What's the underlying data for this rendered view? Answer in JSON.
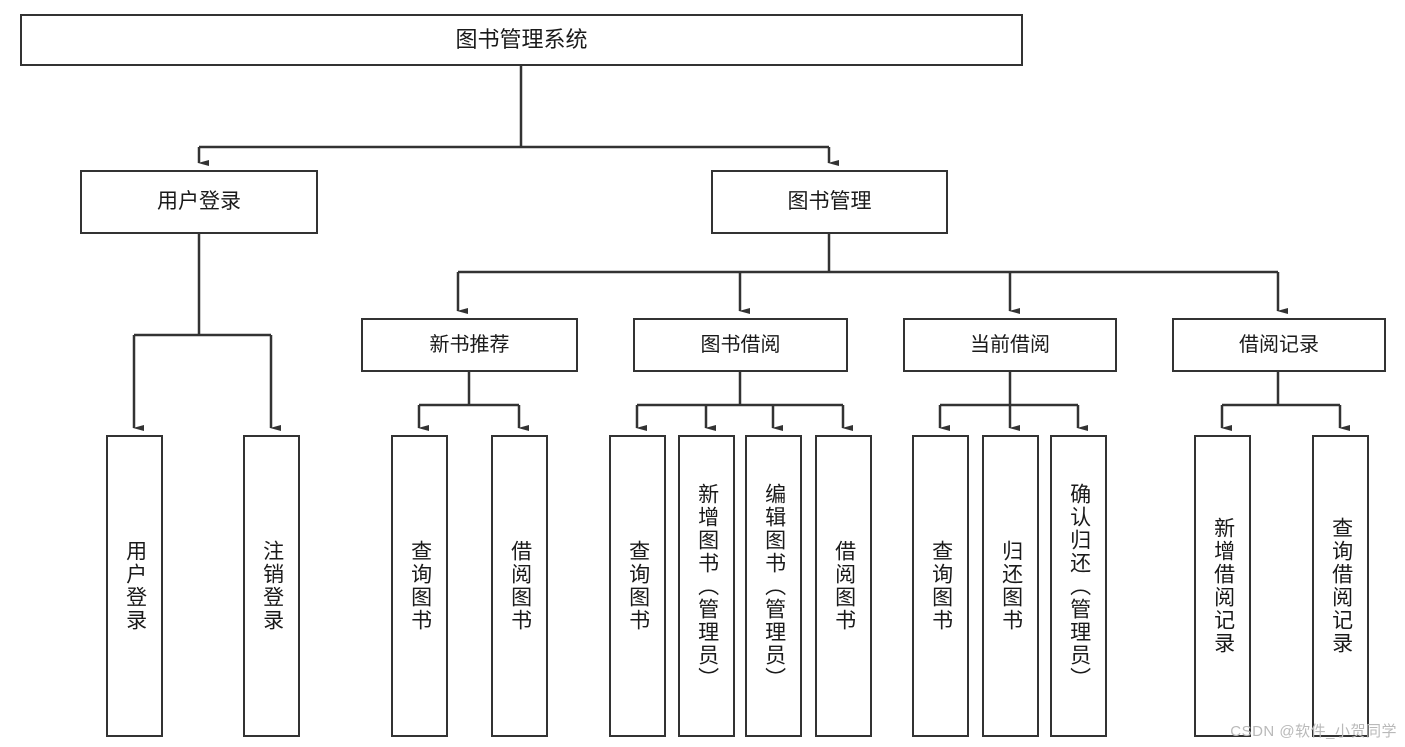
{
  "diagram": {
    "title": "图书管理系统",
    "type": "tree",
    "colors": {
      "box_border": "#333333",
      "box_fill": "#ffffff",
      "connector": "#333333",
      "text": "#1a1a1a",
      "watermark": "#b9b9b9",
      "background": "#ffffff"
    },
    "root": {
      "label": "图书管理系统"
    },
    "level2": [
      {
        "label": "用户登录"
      },
      {
        "label": "图书管理"
      }
    ],
    "level3": [
      {
        "label": "新书推荐"
      },
      {
        "label": "图书借阅"
      },
      {
        "label": "当前借阅"
      },
      {
        "label": "借阅记录"
      }
    ],
    "leaves": {
      "user_login": [
        {
          "label": "用户登录"
        },
        {
          "label": "注销登录"
        }
      ],
      "new_book_recommend": [
        {
          "label": "查询图书"
        },
        {
          "label": "借阅图书"
        }
      ],
      "book_borrow": [
        {
          "label": "查询图书"
        },
        {
          "label": "新增图书（管理员）"
        },
        {
          "label": "编辑图书（管理员）"
        },
        {
          "label": "借阅图书"
        }
      ],
      "current_borrow": [
        {
          "label": "查询图书"
        },
        {
          "label": "归还图书"
        },
        {
          "label": "确认归还（管理员）"
        }
      ],
      "borrow_record": [
        {
          "label": "新增借阅记录"
        },
        {
          "label": "查询借阅记录"
        }
      ]
    }
  },
  "watermark": {
    "text": "CSDN @软件_小贺同学"
  }
}
